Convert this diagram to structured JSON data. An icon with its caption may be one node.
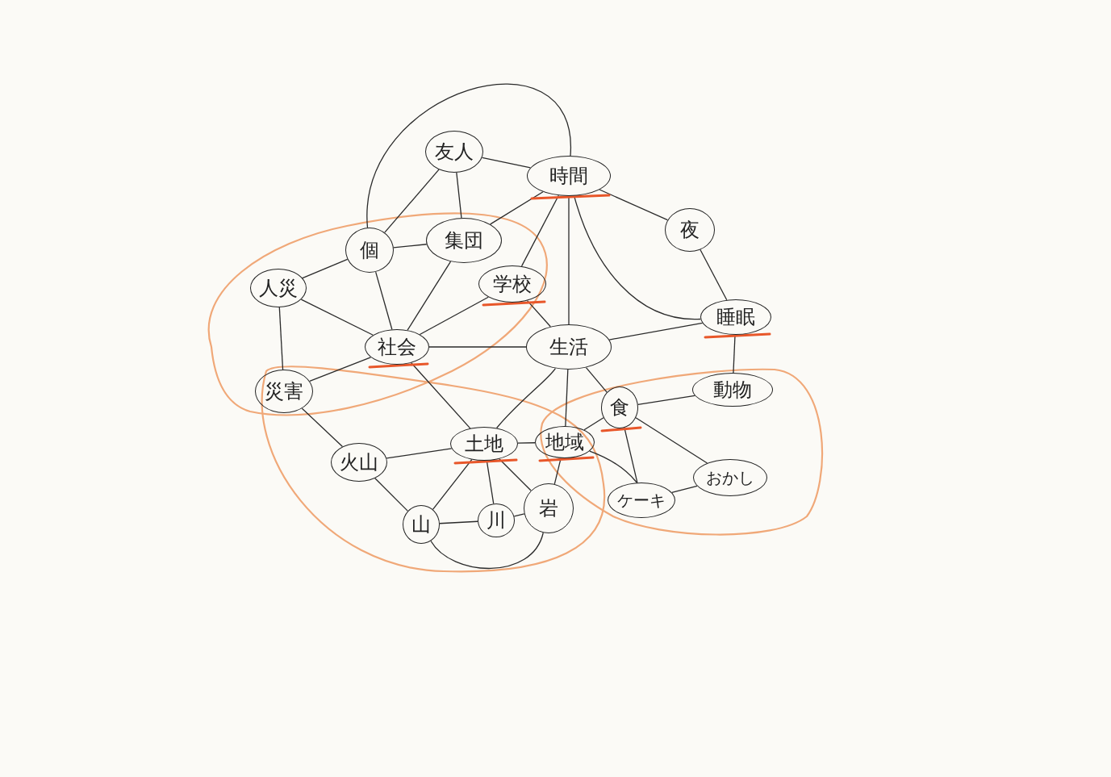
{
  "diagram": {
    "nodes": [
      {
        "text": [
          "友人"
        ]
      },
      {
        "text": [
          "時間"
        ]
      },
      {
        "text": [
          "個"
        ]
      },
      {
        "text": [
          "集団"
        ]
      },
      {
        "text": [
          "夜"
        ]
      },
      {
        "text": [
          "人災"
        ]
      },
      {
        "text": [
          "学校"
        ]
      },
      {
        "text": [
          "社会"
        ]
      },
      {
        "text": [
          "生活"
        ]
      },
      {
        "text": [
          "睡眠"
        ]
      },
      {
        "text": [
          "災害"
        ]
      },
      {
        "text": [
          "動物"
        ]
      },
      {
        "text": [
          "食"
        ]
      },
      {
        "text": [
          "土地"
        ]
      },
      {
        "text": [
          "地域"
        ]
      },
      {
        "text": [
          "火山"
        ]
      },
      {
        "text": [
          "ケーキ"
        ]
      },
      {
        "text": [
          "おかし"
        ]
      },
      {
        "text": [
          "山"
        ]
      },
      {
        "text": [
          "川"
        ]
      },
      {
        "text": [
          "岩"
        ]
      }
    ],
    "edges": [
      {
        "from": 0,
        "to": 1,
        "arrow": "none"
      },
      {
        "from": 0,
        "to": 3,
        "arrow": "none"
      },
      {
        "from": 0,
        "to": 2,
        "arrow": "none"
      },
      {
        "from": 2,
        "to": 1,
        "arrow": "none"
      },
      {
        "from": 2,
        "to": 3,
        "arrow": "none"
      },
      {
        "from": 2,
        "to": 5,
        "arrow": "none"
      },
      {
        "from": 2,
        "to": 7,
        "arrow": "none"
      },
      {
        "from": 3,
        "to": 1,
        "arrow": "none"
      },
      {
        "from": 3,
        "to": 7,
        "arrow": "none"
      },
      {
        "from": 1,
        "to": 6,
        "arrow": "none"
      },
      {
        "from": 1,
        "to": 8,
        "arrow": "none"
      },
      {
        "from": 1,
        "to": 9,
        "arrow": "none"
      },
      {
        "from": 1,
        "to": 4,
        "arrow": "none"
      },
      {
        "from": 4,
        "to": 9,
        "arrow": "none"
      },
      {
        "from": 5,
        "to": 7,
        "arrow": "none"
      },
      {
        "from": 5,
        "to": 10,
        "arrow": "none"
      },
      {
        "from": 6,
        "to": 7,
        "arrow": "none"
      },
      {
        "from": 6,
        "to": 8,
        "arrow": "none"
      },
      {
        "from": 7,
        "to": 8,
        "arrow": "none"
      },
      {
        "from": 7,
        "to": 10,
        "arrow": "none"
      },
      {
        "from": 7,
        "to": 13,
        "arrow": "none"
      },
      {
        "from": 8,
        "to": 9,
        "arrow": "none"
      },
      {
        "from": 8,
        "to": 13,
        "arrow": "none"
      },
      {
        "from": 8,
        "to": 14,
        "arrow": "none"
      },
      {
        "from": 8,
        "to": 12,
        "arrow": "none"
      },
      {
        "from": 9,
        "to": 11,
        "arrow": "none"
      },
      {
        "from": 10,
        "to": 15,
        "arrow": "none"
      },
      {
        "from": 15,
        "to": 13,
        "arrow": "none"
      },
      {
        "from": 15,
        "to": 18,
        "arrow": "none"
      },
      {
        "from": 13,
        "to": 14,
        "arrow": "none"
      },
      {
        "from": 13,
        "to": 18,
        "arrow": "none"
      },
      {
        "from": 13,
        "to": 19,
        "arrow": "none"
      },
      {
        "from": 13,
        "to": 20,
        "arrow": "none"
      },
      {
        "from": 18,
        "to": 19,
        "arrow": "none"
      },
      {
        "from": 19,
        "to": 20,
        "arrow": "none"
      },
      {
        "from": 18,
        "to": 20,
        "arrow": "none"
      },
      {
        "from": 14,
        "to": 20,
        "arrow": "none"
      },
      {
        "from": 14,
        "to": 12,
        "arrow": "none"
      },
      {
        "from": 14,
        "to": 16,
        "arrow": "none"
      },
      {
        "from": 12,
        "to": 11,
        "arrow": "none"
      },
      {
        "from": 12,
        "to": 16,
        "arrow": "none"
      },
      {
        "from": 12,
        "to": 17,
        "arrow": "none"
      },
      {
        "from": 16,
        "to": 17,
        "arrow": "none"
      }
    ]
  }
}
